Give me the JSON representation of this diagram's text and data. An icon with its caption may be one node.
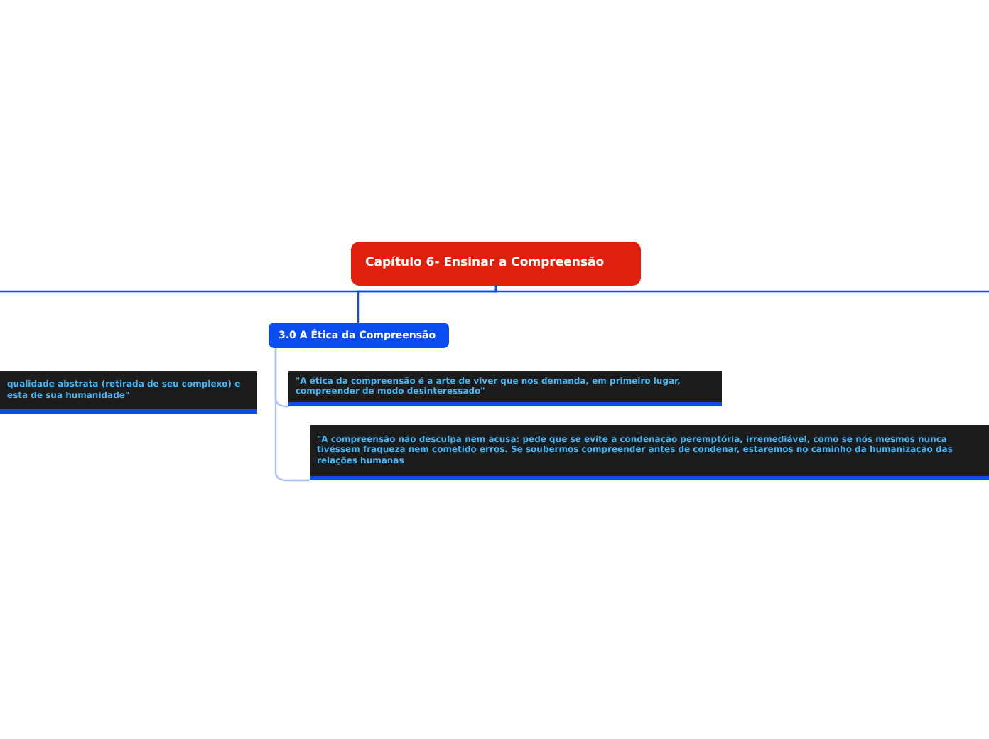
{
  "diagram": {
    "nodes": [
      {
        "text": [
          "Capítulo 6- Ensinar a Compreensão"
        ]
      },
      {
        "text": [
          "3.0 A Ética da Compreensão"
        ]
      },
      {
        "text": [
          "qualidade abstrata (retirada de seu complexo) e esta de sua humanidade\""
        ]
      },
      {
        "text": [
          "\"A ética da compreensão é a arte de viver que nos demanda, em primeiro lugar, compreender de modo desinteressado\""
        ]
      },
      {
        "text": [
          "\"A compreensão não desculpa nem acusa: pede que se evite a condenação peremptória, irremediável, como se nós mesmos nunca tivéssem fraqueza nem cometido erros. Se soubermos compreender antes de condenar, estaremos no caminho da humanização das relações humanas"
        ]
      }
    ],
    "edges": [
      {
        "from": 0,
        "to": null,
        "arrow": "none",
        "color": "#0a4cf0"
      },
      {
        "from": 0,
        "to": null,
        "arrow": "none",
        "color": "#0a4cf0"
      },
      {
        "from": 0,
        "to": 1,
        "arrow": "none",
        "color": "#0a4cf0"
      },
      {
        "from": 1,
        "to": 3,
        "arrow": "none",
        "color": "#a9c2f5"
      },
      {
        "from": 1,
        "to": 4,
        "arrow": "none",
        "color": "#a9c2f5"
      }
    ]
  }
}
